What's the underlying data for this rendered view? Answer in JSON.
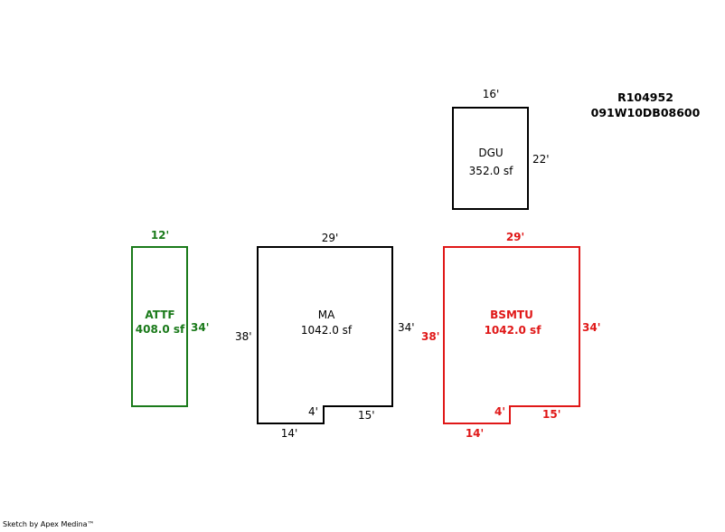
{
  "header": {
    "parcel_id": "R104952",
    "map_number": "091W10DB08600"
  },
  "footer": {
    "credit": "Sketch by Apex Medina™"
  },
  "colors": {
    "black": "#000000",
    "green": "#1a7a1a",
    "red": "#e01818"
  },
  "areas": {
    "dgu": {
      "name": "DGU",
      "area": "352.0 sf",
      "top": "16'",
      "right": "22'"
    },
    "attf": {
      "name": "ATTF",
      "area": "408.0 sf",
      "top": "12'",
      "right": "34'"
    },
    "ma": {
      "name": "MA",
      "area": "1042.0 sf",
      "top": "29'",
      "left": "38'",
      "right": "34'",
      "notch": "4'",
      "step": "15'",
      "bottom": "14'"
    },
    "bsmtu": {
      "name": "BSMTU",
      "area": "1042.0 sf",
      "top": "29'",
      "left": "38'",
      "right": "34'",
      "notch": "4'",
      "step": "15'",
      "bottom": "14'"
    }
  }
}
